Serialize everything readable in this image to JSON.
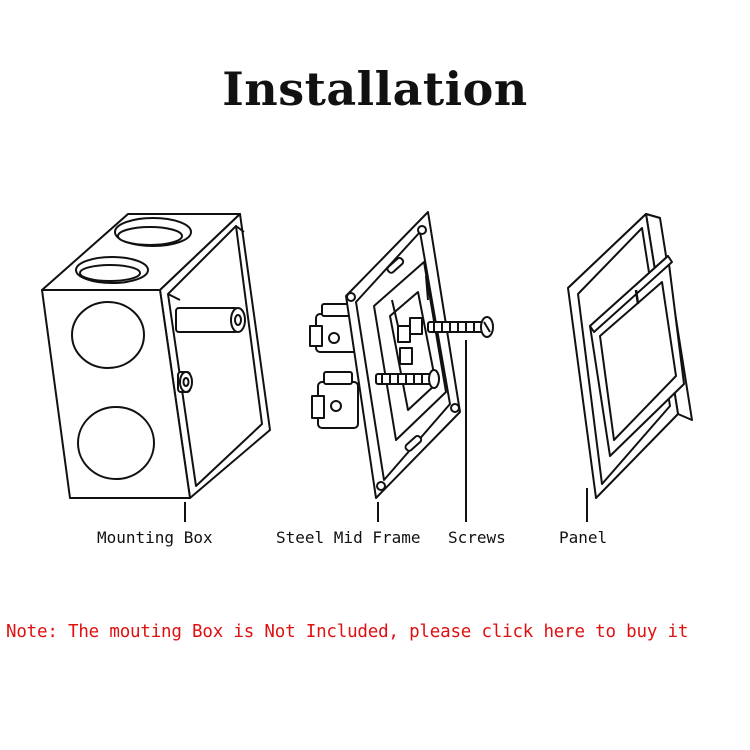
{
  "title": "Installation",
  "labels": {
    "mounting_box": "Mounting Box",
    "steel_mid_frame": "Steel Mid Frame",
    "screws": "Screws",
    "panel": "Panel"
  },
  "note": "Note: The mouting Box is Not Included, please click here to buy it",
  "colors": {
    "ink": "#111111",
    "note": "#e01010",
    "background": "#ffffff"
  }
}
